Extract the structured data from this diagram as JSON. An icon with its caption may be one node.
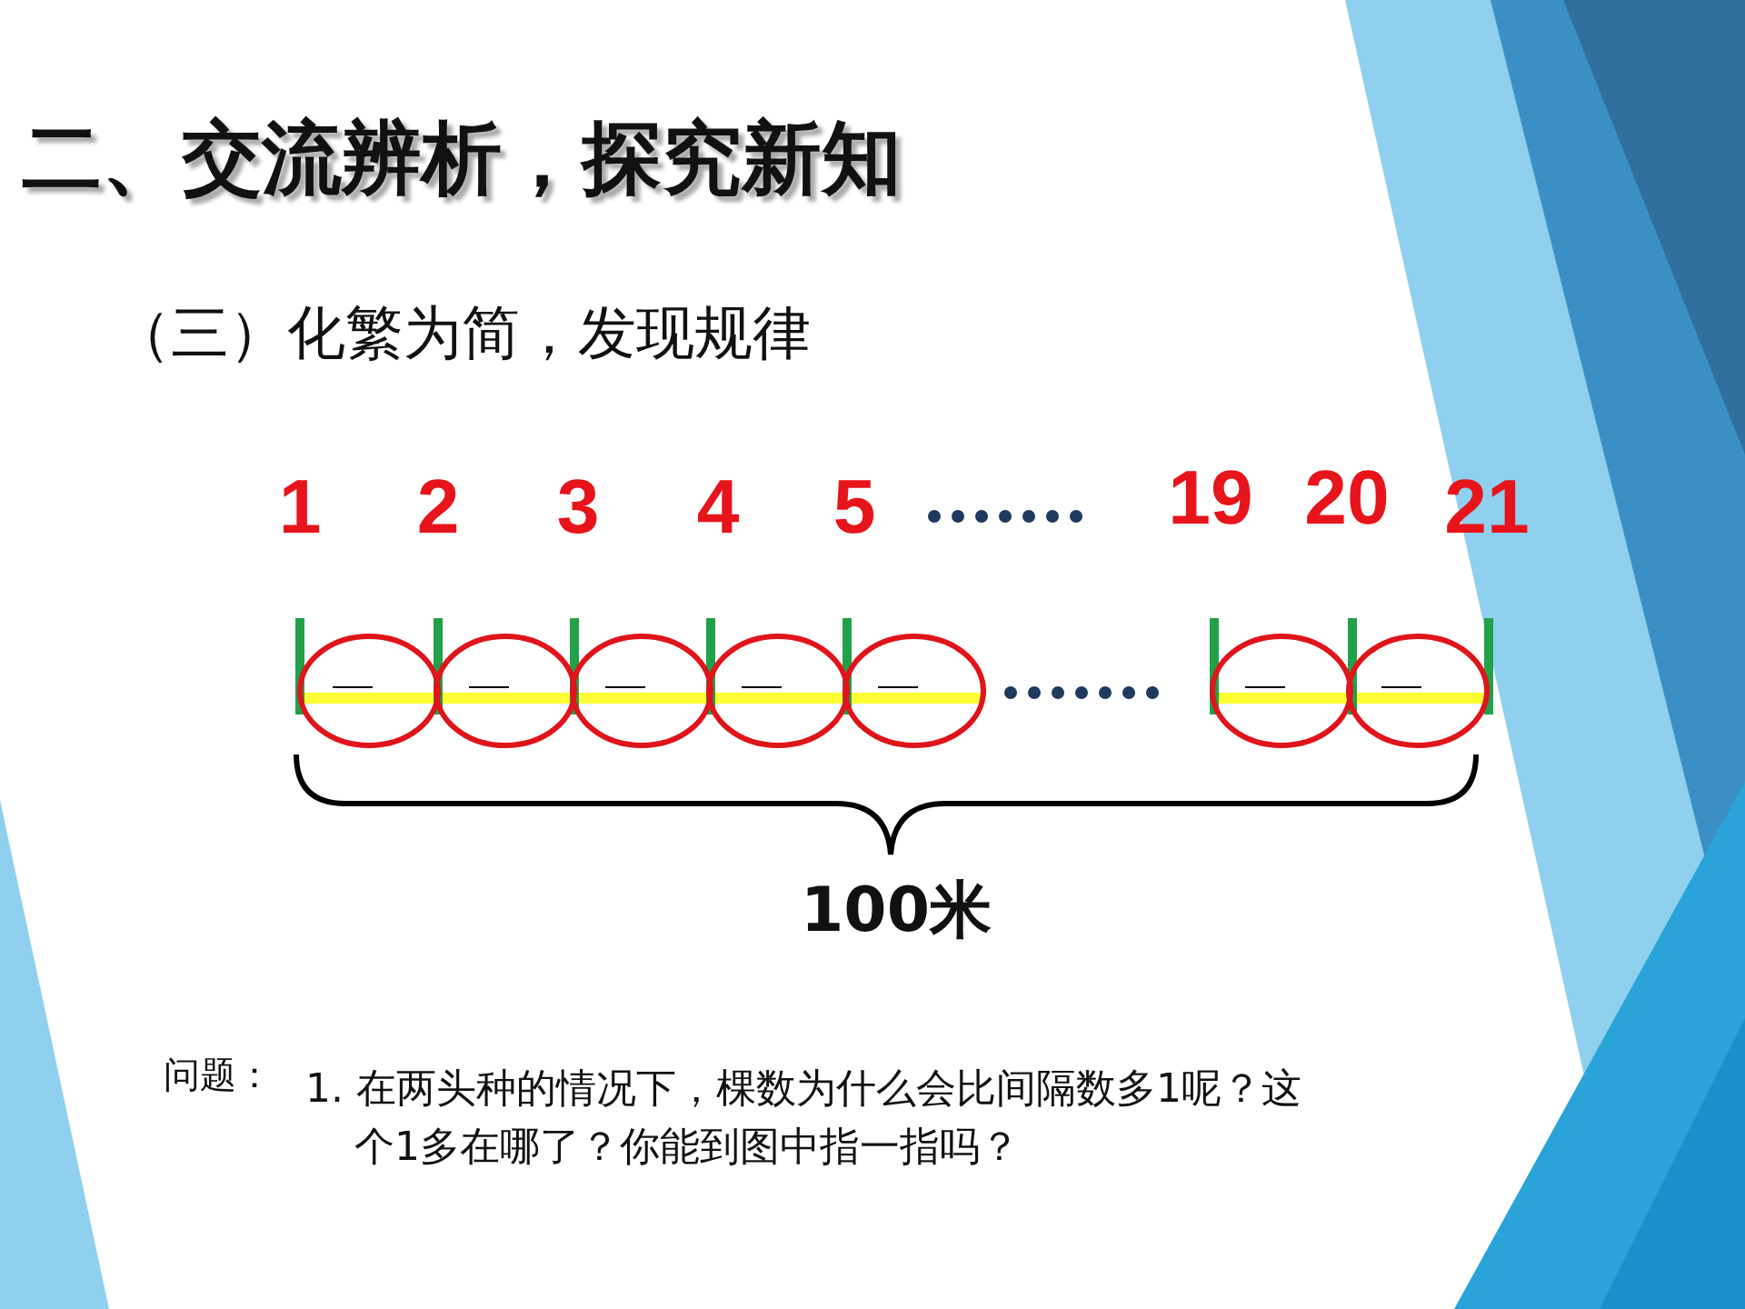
{
  "diagram": {
    "title": "二、交流辨析，探究新知",
    "labels": [
      "（三）化繁为简，发现规律",
      "1",
      "2",
      "3",
      "4",
      "5",
      "19",
      "20",
      "21",
      "100米",
      "问题：",
      "1. 在两头种的情况下，棵数为什么会比间隔数多1呢？这个1多在哪了？你能到图中指一指吗？"
    ]
  }
}
